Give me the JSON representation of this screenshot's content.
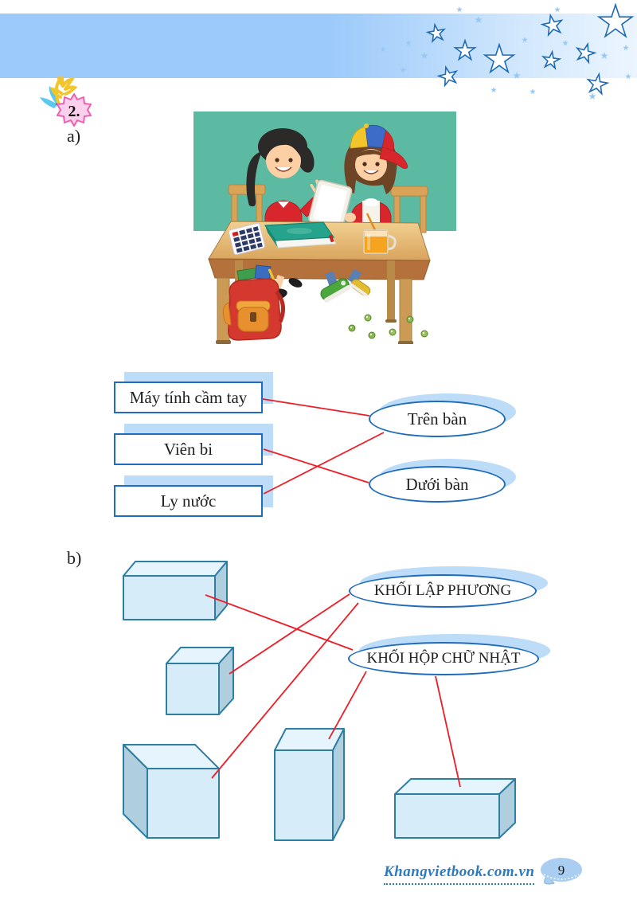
{
  "exercise": {
    "number": "2."
  },
  "parts": {
    "a_label": "a)",
    "b_label": "b)"
  },
  "part_a": {
    "items": [
      {
        "label": "Máy tính cầm tay",
        "matches": "Trên bàn"
      },
      {
        "label": "Viên bi",
        "matches": "Dưới bàn"
      },
      {
        "label": "Ly nước",
        "matches": "Trên bàn"
      }
    ],
    "targets": [
      {
        "label": "Trên bàn"
      },
      {
        "label": "Dưới bàn"
      }
    ]
  },
  "part_b": {
    "targets": [
      {
        "label": "KHỐI LẬP PHƯƠNG"
      },
      {
        "label": "KHỐI HỘP CHỮ NHẬT"
      }
    ],
    "shapes": [
      {
        "name": "rectangular-box",
        "matches": "KHỐI HỘP CHỮ NHẬT"
      },
      {
        "name": "small-cube",
        "matches": "KHỐI LẬP PHƯƠNG"
      },
      {
        "name": "large-cube",
        "matches": "KHỐI LẬP PHƯƠNG"
      },
      {
        "name": "tall-rectangular-box",
        "matches": "KHỐI HỘP CHỮ NHẬT"
      },
      {
        "name": "flat-rectangular-box",
        "matches": "KHỐI HỘP CHỮ NHẬT"
      }
    ]
  },
  "scene_objects": [
    "calculator",
    "book",
    "juice-cup",
    "backpack",
    "sneaker",
    "marbles",
    "girl-waving",
    "girl-with-tablet",
    "desk"
  ],
  "footer": {
    "website": "Khangvietbook.com.vn",
    "page_number": "9"
  },
  "colors": {
    "header_blue": "#9ccafa",
    "star_outline": "#1d6ab5",
    "connector_red": "#ee1c25",
    "border_blue": "#1f6bbd",
    "shadow_blue": "#bcdcf7",
    "shape_fill": "#d6edf9",
    "shape_border": "#2e7ea4",
    "wall_teal": "#5cb9a2",
    "badge_pink": "#fbd0ec",
    "footer_blue": "#2b7bc4"
  }
}
